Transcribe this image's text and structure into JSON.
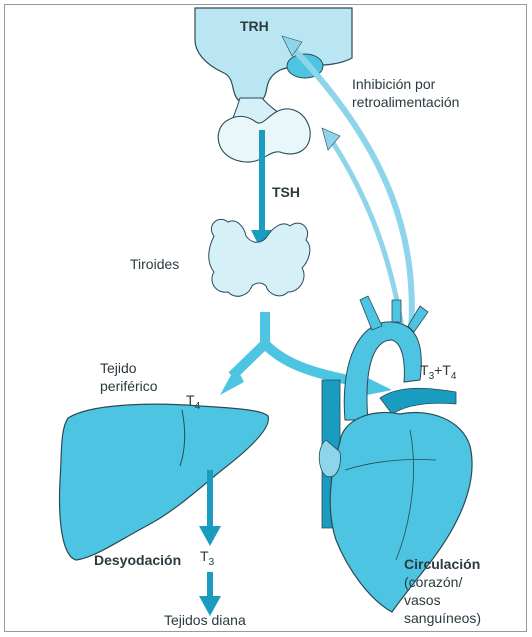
{
  "labels": {
    "trh": "TRH",
    "inhibition_line1": "Inhibición por",
    "inhibition_line2": "retroalimentación",
    "tsh": "TSH",
    "thyroid": "Tiroides",
    "peripheral_line1": "Tejido",
    "peripheral_line2": "periférico",
    "t4_base": "T",
    "t4_sub": "4",
    "t3t4_a": "T",
    "t3t4_a_sub": "3",
    "t3t4_plus": "+T",
    "t3t4_b_sub": "4",
    "deiodination": "Desyodación",
    "t3_base": "T",
    "t3_sub": "3",
    "target": "Tejidos diana",
    "circ_line1": "Circulación",
    "circ_line2": "(corazón/",
    "circ_line3": "vasos",
    "circ_line4": "sanguíneos)"
  },
  "colors": {
    "organ_fill": "#4cc4e2",
    "organ_light": "#b9e6f2",
    "arrow": "#1a9cc1",
    "arrow_light": "#8ed4ea",
    "outline": "#2b4a55",
    "text": "#2b3a3f"
  }
}
